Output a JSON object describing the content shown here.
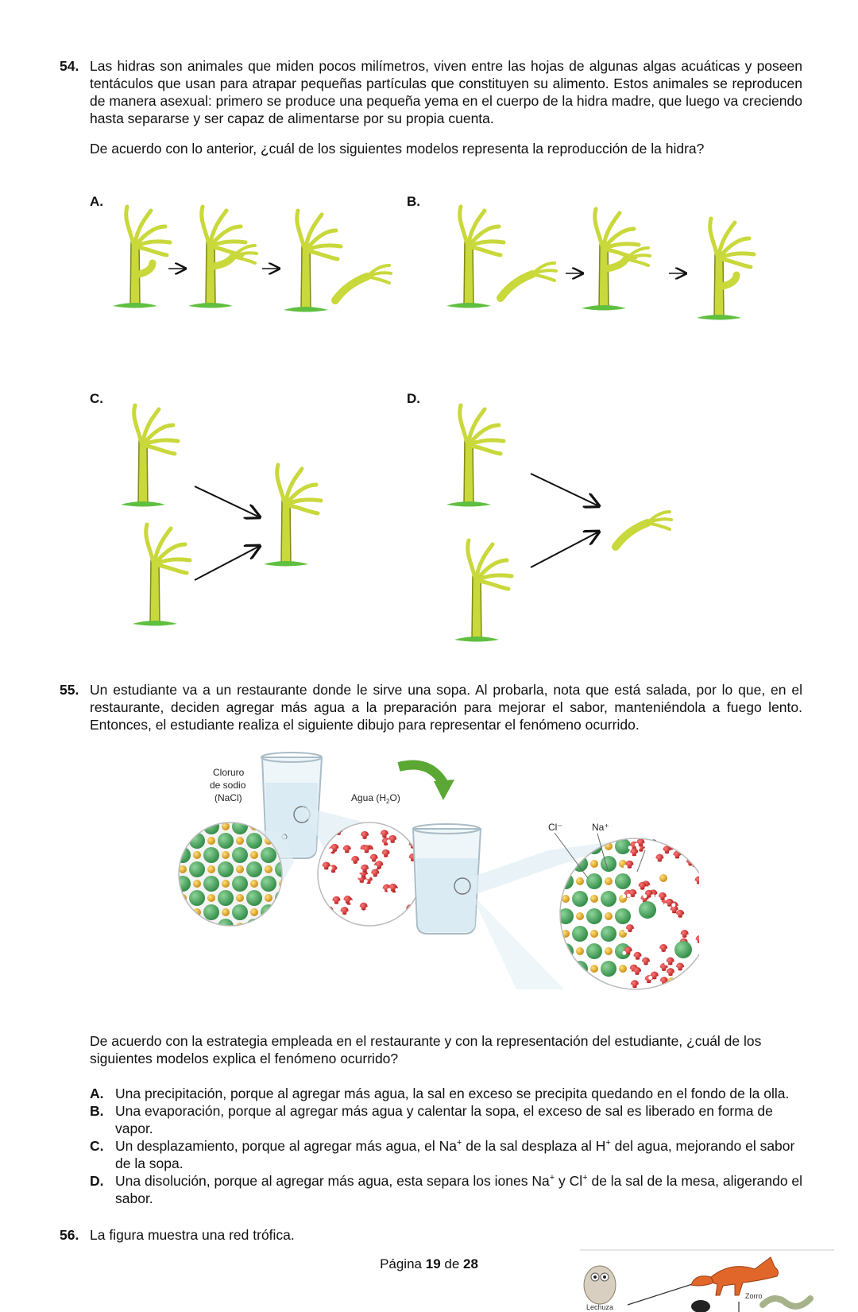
{
  "q54": {
    "number": "54.",
    "text": "Las hidras son animales que miden pocos milímetros, viven entre las hojas de algunas algas acuáticas y poseen tentáculos que usan para atrapar pequeñas partículas que constituyen su alimento. Estos animales se reproducen de manera asexual: primero se produce una pequeña yema en el cuerpo de la hidra madre, que luego va creciendo hasta separarse y ser capaz de alimentarse por su propia cuenta.",
    "prompt": "De acuerdo con lo anterior, ¿cuál de los siguientes modelos representa la reproducción de la hidra?",
    "options": [
      "A.",
      "B.",
      "C.",
      "D."
    ]
  },
  "q55": {
    "number": "55.",
    "text": "Un estudiante va a un restaurante donde le sirve una sopa. Al probarla, nota que está salada, por lo que, en el restaurante, deciden agregar más agua a la preparación para mejorar el sabor, manteniéndola a fuego lento. Entonces, el estudiante realiza el siguiente dibujo para representar el fenómeno ocurrido.",
    "figure_labels": {
      "nacl_1": "Cloruro",
      "nacl_2": "de sodio",
      "nacl_3": "(NaCl)",
      "water": "Agua (H",
      "water_sub": "2",
      "water_end": "O)",
      "cl": "Cl⁻",
      "na": "Na⁺",
      "h2o": "H",
      "h2o_sub": "2",
      "h2o_end": "O"
    },
    "prompt": "De acuerdo con la estrategia empleada en el restaurante y con la representación del estudiante, ¿cuál de los siguientes modelos explica el fenómeno ocurrido?",
    "options": [
      {
        "letter": "A.",
        "text": "Una precipitación, porque al agregar más agua, la sal en exceso se precipita quedando en el fondo de la olla."
      },
      {
        "letter": "B.",
        "text": "Una evaporación, porque al agregar más agua y calentar la sopa, el exceso de sal es liberado en forma de vapor."
      },
      {
        "letter": "C.",
        "text_a": "Un desplazamiento, porque al agregar más agua, el Na",
        "sup1": "+",
        "text_b": " de la sal desplaza al H",
        "sup2": "+",
        "text_c": " del agua, mejorando el sabor de la sopa."
      },
      {
        "letter": "D.",
        "text_a": "Una disolución, porque al agregar más agua, esta separa los iones Na",
        "sup1": "+",
        "text_b": " y Cl",
        "sup2": "+",
        "text_c": " de la sal de la mesa, aligerando el sabor."
      }
    ]
  },
  "q56": {
    "number": "56.",
    "text": "La figura muestra una red trófica.",
    "labels": {
      "owl": "Lechuza",
      "fox": "Zorro"
    }
  },
  "footer": {
    "prefix": "Página ",
    "page": "19",
    "middle": " de ",
    "total": "28"
  },
  "colors": {
    "hydra": "#c9d83a",
    "hydra_stroke": "#7f8a1a",
    "grass": "#5fbf3f",
    "na": "#e8b82a",
    "cl": "#4aa85a",
    "o": "#d6282b",
    "arrow": "#5aa833"
  }
}
